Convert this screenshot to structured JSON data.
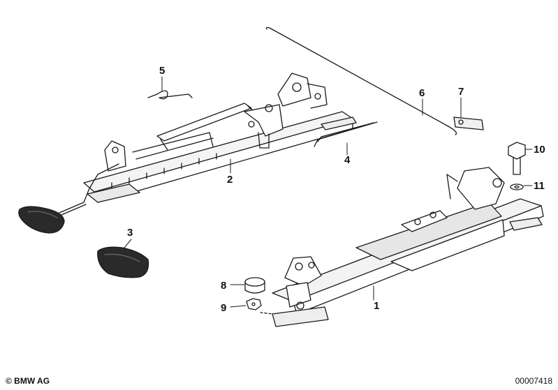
{
  "diagram": {
    "callouts": [
      "1",
      "2",
      "3",
      "4",
      "5",
      "6",
      "7",
      "8",
      "9",
      "10",
      "11"
    ]
  },
  "footer": {
    "copyright": "© BMW AG",
    "doc_number": "00007418"
  }
}
